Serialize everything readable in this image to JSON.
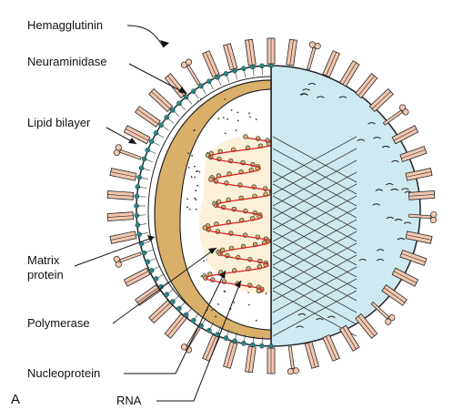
{
  "figure": {
    "panel_label": "A",
    "labels": {
      "hemagglutinin": "Hemagglutinin",
      "neuraminidase": "Neuraminidase",
      "lipid_bilayer": "Lipid bilayer",
      "matrix_line1": "Matrix",
      "matrix_line2": "protein",
      "polymerase": "Polymerase",
      "nucleoprotein": "Nucleoprotein",
      "rna": "RNA"
    },
    "colors": {
      "envelope_surface": "#cdeaf0",
      "matrix_layer": "#d9b06a",
      "core": "#fdf0d8",
      "nucleoprotein_bead": "#c9b36b",
      "rna_strand": "#d9262c",
      "lipid_head": "#2e8b8b",
      "spike": "#f3c7b0"
    }
  }
}
